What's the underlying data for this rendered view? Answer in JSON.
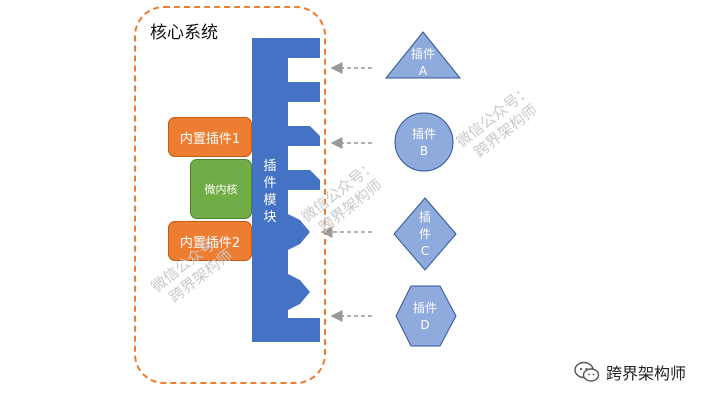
{
  "core": {
    "title": "核心系统"
  },
  "builtin": {
    "plugin1": "内置插件1",
    "microkernel": "微内核",
    "plugin2": "内置插件2"
  },
  "module": {
    "label": "插件模块"
  },
  "plugins": [
    {
      "name": "插件",
      "letter": "A",
      "shape": "triangle"
    },
    {
      "name": "插件",
      "letter": "B",
      "shape": "circle"
    },
    {
      "name": "插件",
      "letter": "C",
      "shape": "diamond"
    },
    {
      "name": "插件",
      "letter": "D",
      "shape": "hexagon"
    }
  ],
  "watermark": {
    "line1": "微信公众号：",
    "line2": "跨界架构师"
  },
  "logo": {
    "text": "跨界架构师",
    "icon": "wechat-icon"
  },
  "colors": {
    "orange": "#ED7D31",
    "green": "#70AD47",
    "module_blue": "#4472C4",
    "plugin_fill": "#8FAADC",
    "plugin_stroke": "#2F5597",
    "arrow": "#999999"
  }
}
